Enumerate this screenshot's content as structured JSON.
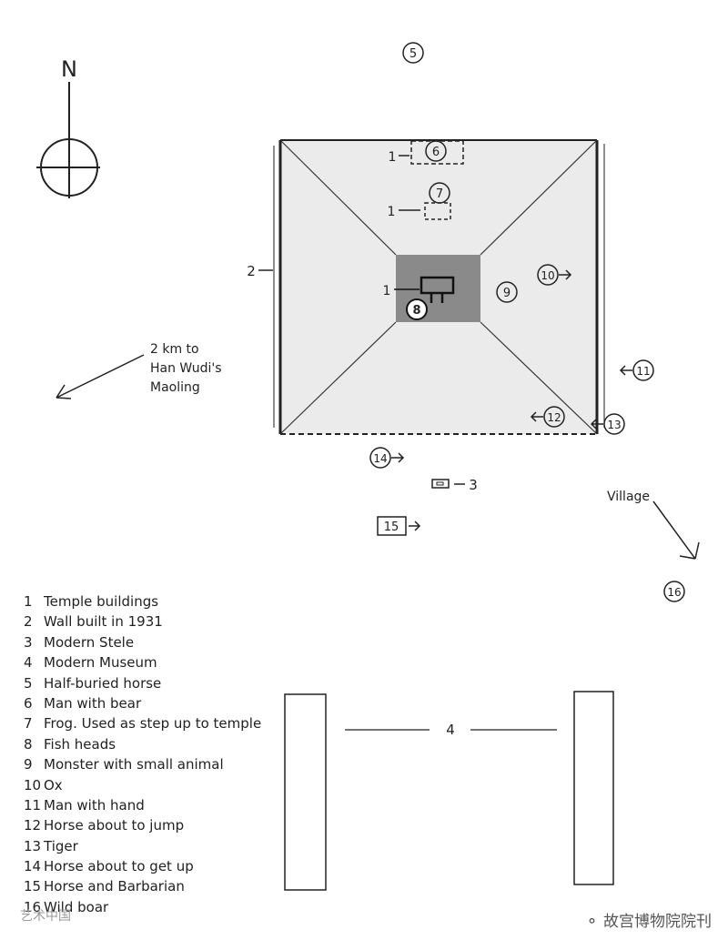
{
  "compass": {
    "north_label": "N"
  },
  "directions": {
    "maoling": [
      "2 km to",
      "Han Wudi's",
      "Maoling"
    ],
    "village": "Village"
  },
  "site_labels": {
    "wall": "2",
    "stele": "3",
    "museum": "4",
    "temple_a": "1",
    "temple_b": "1",
    "temple_c": "1"
  },
  "markers": [
    {
      "n": "5",
      "arrow": ""
    },
    {
      "n": "6",
      "arrow": ""
    },
    {
      "n": "7",
      "arrow": ""
    },
    {
      "n": "8",
      "arrow": ""
    },
    {
      "n": "9",
      "arrow": ""
    },
    {
      "n": "10",
      "arrow": "right"
    },
    {
      "n": "11",
      "arrow": "left"
    },
    {
      "n": "12",
      "arrow": "left"
    },
    {
      "n": "13",
      "arrow": "left"
    },
    {
      "n": "14",
      "arrow": "right"
    },
    {
      "n": "15",
      "arrow": "right"
    },
    {
      "n": "16",
      "arrow": ""
    }
  ],
  "legend": [
    {
      "n": "1",
      "text": "Temple buildings"
    },
    {
      "n": "2",
      "text": "Wall built in 1931"
    },
    {
      "n": "3",
      "text": "Modern Stele"
    },
    {
      "n": "4",
      "text": "Modern Museum"
    },
    {
      "n": "5",
      "text": "Half-buried horse"
    },
    {
      "n": "6",
      "text": "Man with bear"
    },
    {
      "n": "7",
      "text": "Frog. Used as step up to temple"
    },
    {
      "n": "8",
      "text": "Fish heads"
    },
    {
      "n": "9",
      "text": "Monster with small animal"
    },
    {
      "n": "10",
      "text": "Ox"
    },
    {
      "n": "11",
      "text": "Man with hand"
    },
    {
      "n": "12",
      "text": "Horse about to jump"
    },
    {
      "n": "13",
      "text": "Tiger"
    },
    {
      "n": "14",
      "text": "Horse about to get up"
    },
    {
      "n": "15",
      "text": "Horse and Barbarian"
    },
    {
      "n": "16",
      "text": "Wild boar"
    }
  ],
  "watermarks": {
    "left": "艺术中国",
    "right": "故宫博物院院刊"
  },
  "colors": {
    "ink": "#222222",
    "mound_fill": "#ebebeb",
    "summit_fill": "#8a8a8a"
  }
}
